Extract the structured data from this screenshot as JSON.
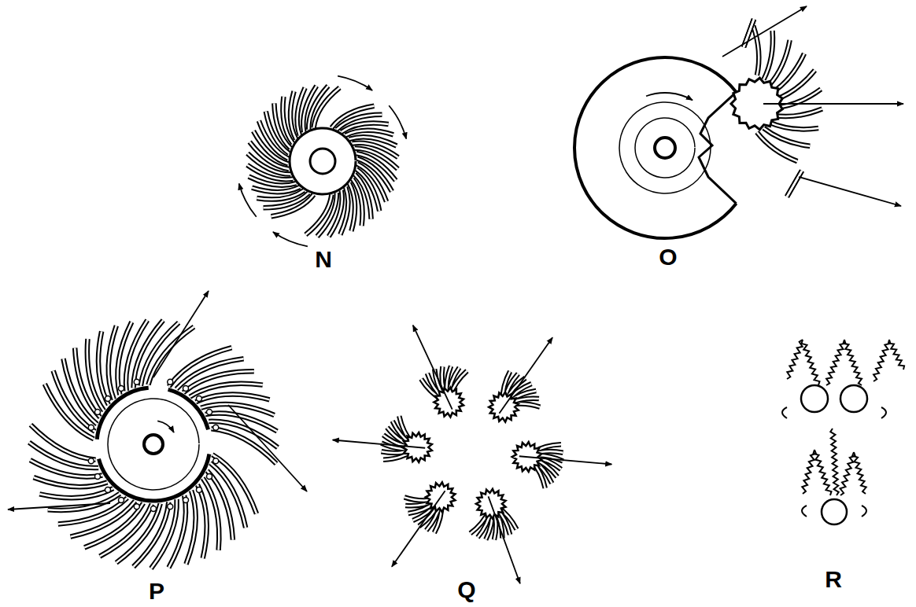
{
  "diagram": {
    "labels": [
      "N",
      "O",
      "P",
      "Q",
      "R"
    ]
  }
}
